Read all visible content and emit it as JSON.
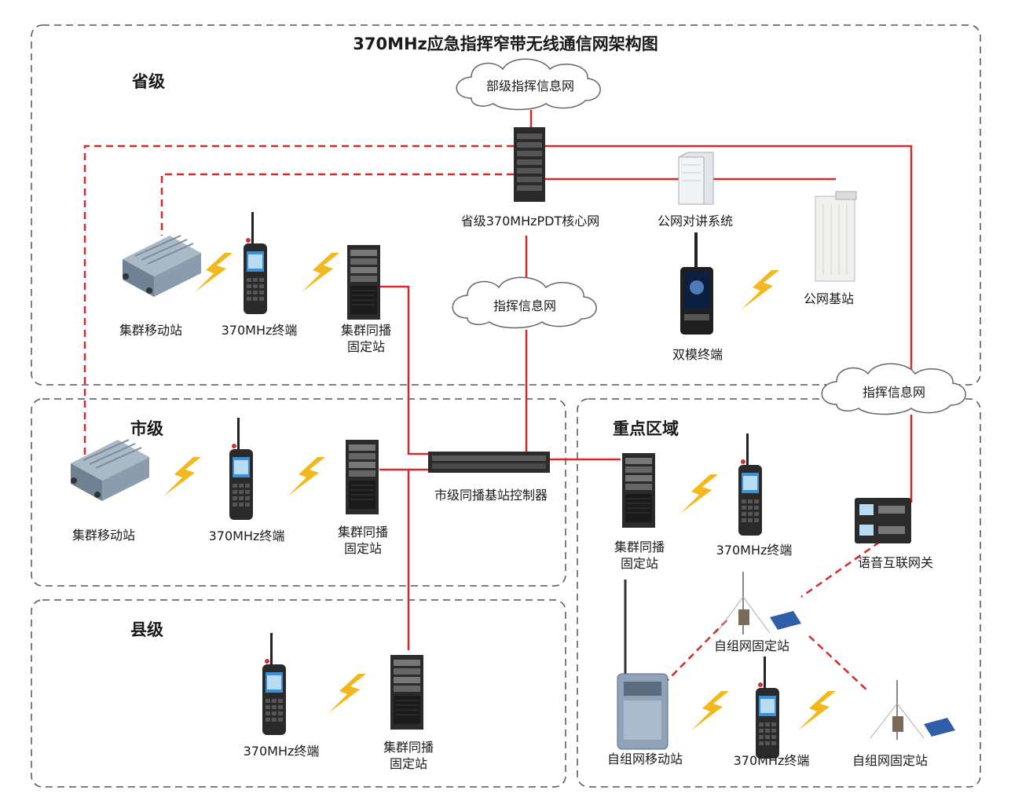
{
  "title": "370MHz应急指挥窄带无线通信网架构图",
  "sections": {
    "province": "省级",
    "city": "市级",
    "county": "县级",
    "key_area": "重点区域"
  },
  "clouds": {
    "ministry_net": "部级指挥信息网",
    "command_net_center": "指挥信息网",
    "command_net_right": "指挥信息网"
  },
  "nodes": {
    "prov_core": "省级370MHzPDT核心网",
    "public_talk": "公网对讲系统",
    "public_bs": "公网基站",
    "dual_mode": "双模终端",
    "prov_mobile": "集群移动站",
    "prov_terminal": "370MHz终端",
    "prov_fixed": "集群同播\n固定站",
    "city_controller": "市级同播基站控制器",
    "city_mobile": "集群移动站",
    "city_terminal": "370MHz终端",
    "city_fixed": "集群同播\n固定站",
    "county_terminal": "370MHz终端",
    "county_fixed": "集群同播\n固定站",
    "key_fixed": "集群同播\n固定站",
    "key_terminal": "370MHz终端",
    "voice_gateway": "语音互联网关",
    "adhoc_fixed_1": "自组网固定站",
    "adhoc_mobile": "自组网移动站",
    "adhoc_terminal": "370MHz终端",
    "adhoc_fixed_2": "自组网固定站"
  },
  "colors": {
    "link": "#d62a2a",
    "region_border": "#555555",
    "lightning": "#f2b81d",
    "device_dark": "#2c2c2c"
  }
}
